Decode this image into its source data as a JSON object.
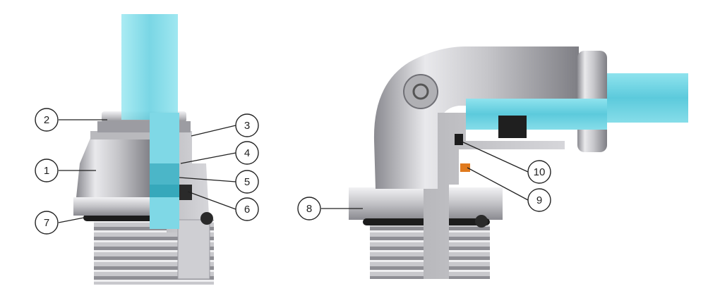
{
  "diagram": {
    "palette": {
      "metal_light": "#e6e6e8",
      "metal_mid": "#b6b6ba",
      "metal_dark": "#7c7c82",
      "tube": "#8fe3ee",
      "tube_dark": "#4fc2d6",
      "seal": "#1c1c1c",
      "orange_ring": "#e07a1e"
    },
    "callouts": [
      {
        "id": "1",
        "label": "1"
      },
      {
        "id": "2",
        "label": "2"
      },
      {
        "id": "3",
        "label": "3"
      },
      {
        "id": "4",
        "label": "4"
      },
      {
        "id": "5",
        "label": "5"
      },
      {
        "id": "6",
        "label": "6"
      },
      {
        "id": "7",
        "label": "7"
      },
      {
        "id": "8",
        "label": "8"
      },
      {
        "id": "9",
        "label": "9"
      },
      {
        "id": "10",
        "label": "10"
      }
    ]
  }
}
